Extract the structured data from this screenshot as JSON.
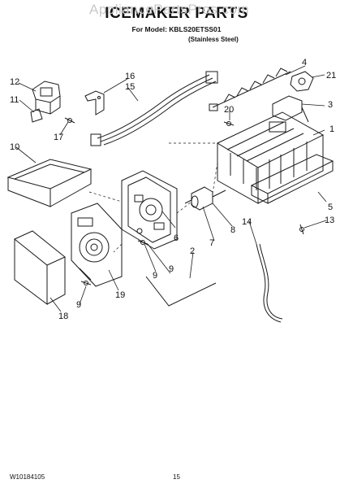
{
  "watermark": "AppliancePartsPros.com",
  "header": {
    "title": "ICEMAKER PARTS",
    "model_line": "For Model: KBLS20ETSS01",
    "variant_line": "(Stainless Steel)"
  },
  "footer": {
    "doc_number": "W10184105",
    "page_number": "15"
  },
  "callouts": [
    "1",
    "2",
    "3",
    "4",
    "5",
    "6",
    "7",
    "8",
    "9",
    "9",
    "10",
    "11",
    "12",
    "13",
    "14",
    "15",
    "16",
    "17",
    "18",
    "19",
    "20",
    "21"
  ],
  "colors": {
    "line": "#1a1a1a",
    "background": "#ffffff",
    "watermark": "#c9c9c9"
  }
}
